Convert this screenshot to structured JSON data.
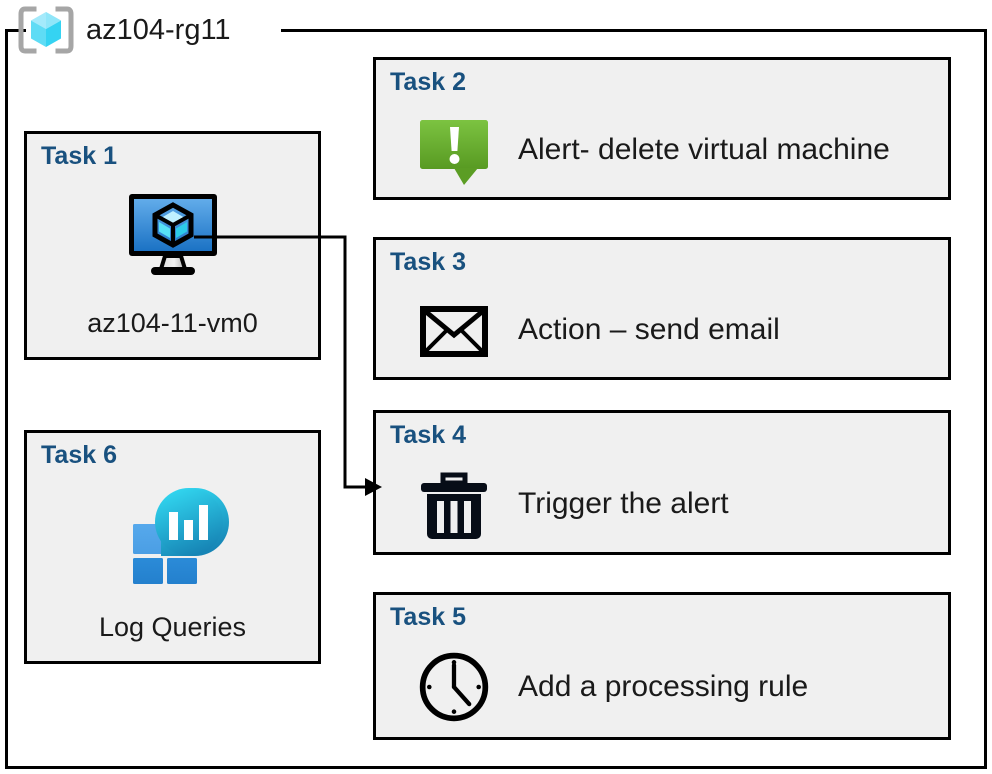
{
  "diagram": {
    "resource_group": {
      "name": "az104-rg11",
      "icon": "resource-group-cube-icon"
    },
    "colors": {
      "task_title": "#19517f",
      "card_fill": "#f0f0f0",
      "card_border": "#000000",
      "alert_green_light": "#7bc142",
      "alert_green_dark": "#5a9b22",
      "vm_blue_light": "#5ea8e8",
      "vm_blue_dark": "#1f78c8",
      "log_cyan": "#2bd0ec",
      "log_teal": "#1b82b4",
      "log_square_light": "#4fa3e8",
      "log_square_dark": "#2585d4",
      "rg_cube_light": "#9ae8fb",
      "rg_cube_dark": "#35d3f2",
      "rg_bracket": "#a6a6a6",
      "connector": "#000000"
    },
    "left_column": [
      {
        "title": "Task 1",
        "caption": "az104-11-vm0",
        "icon": "virtual-machine-icon"
      },
      {
        "title": "Task 6",
        "caption": "Log Queries",
        "icon": "log-analytics-icon"
      }
    ],
    "right_column": [
      {
        "title": "Task 2",
        "label": "Alert- delete virtual machine",
        "icon": "alert-exclamation-bubble-icon"
      },
      {
        "title": "Task 3",
        "label": "Action – send email",
        "icon": "envelope-icon"
      },
      {
        "title": "Task 4",
        "label": "Trigger the alert",
        "icon": "trash-delete-icon"
      },
      {
        "title": "Task 5",
        "label": "Add a processing rule",
        "icon": "clock-icon"
      }
    ],
    "connector": {
      "from": "Task 1 virtual-machine-icon",
      "to": "Task 4 card",
      "style": "orthogonal-arrow"
    }
  }
}
